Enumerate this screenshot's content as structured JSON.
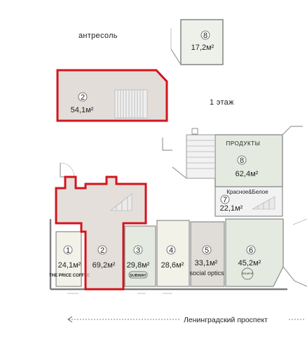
{
  "labels": {
    "mezzanine": "антресоль",
    "first_floor": "1 этаж",
    "street": "Ленинградский проспект"
  },
  "units": [
    {
      "number": "1",
      "area": "24,1м²",
      "tenant": "THE PRICE COFFEE"
    },
    {
      "number": "2",
      "area": "69,2м²",
      "tenant": ""
    },
    {
      "number": "3",
      "area": "29,8м²",
      "tenant": "SUBWAY"
    },
    {
      "number": "4",
      "area": "28,6м²",
      "tenant": ""
    },
    {
      "number": "5",
      "area": "33,1м²",
      "tenant": "social optics"
    },
    {
      "number": "6",
      "area": "45,2м²",
      "tenant": "ПЕКАРНЯ"
    },
    {
      "number": "7",
      "area": "22,1м²",
      "tenant": "Красное&Белое"
    },
    {
      "number": "8",
      "area": "62,4м²",
      "tenant": "ПРОДУКТЫ"
    }
  ],
  "mezzanine_units": [
    {
      "number": "2",
      "area": "54,1м²"
    },
    {
      "number": "8",
      "area": "17,2м²"
    }
  ],
  "colors": {
    "highlight": "#d3151d",
    "room_fill": "#eef1ea",
    "green_fill": "#e4eadf",
    "stair_fill": "#d8d2cc",
    "grey_fill": "#e0dcd8",
    "wall": "#8c8c8c"
  }
}
